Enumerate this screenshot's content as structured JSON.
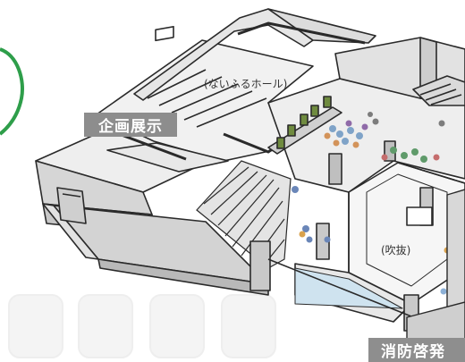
{
  "labels": {
    "hall": "(ないふるホール)",
    "exhibit": "企画展示",
    "atrium": "(吹抜)",
    "fire": "消防啓発"
  },
  "colors": {
    "wall_light": "#f2f2f2",
    "wall_mid": "#d9d9d9",
    "wall_dark": "#bdbdbd",
    "floor": "#e9eaea",
    "line": "#2a2a2a",
    "label_box": "#8d8d8d",
    "green_ring": "#2e9e4a",
    "glass": "#cfe3ef",
    "poster": "#6f8b3f"
  }
}
